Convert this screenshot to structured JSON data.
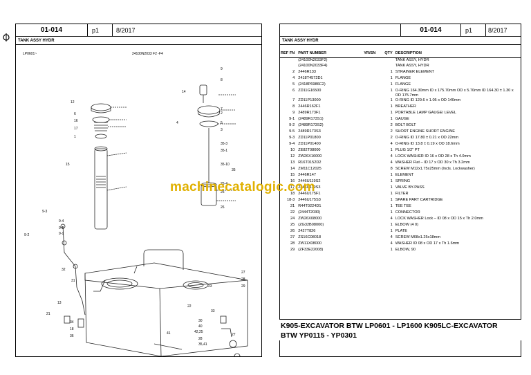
{
  "left_page": {
    "code": "01-014",
    "page": "p1",
    "date": "8/2017",
    "title": "TANK ASSY HYDR",
    "drawing_ref_left": "LP0601~",
    "drawing_ref_right": "24100N2033 F2 -F4"
  },
  "right_page": {
    "code": "01-014",
    "page": "p1",
    "date": "8/2017",
    "title": "TANK ASSY HYDR"
  },
  "callouts": [
    "9",
    "8",
    "14",
    "7",
    "16",
    "17",
    "15",
    "6",
    "12",
    "1",
    "2",
    "3",
    "5",
    "4",
    "35-3",
    "35-1",
    "35-10",
    "35",
    "25-4",
    "25",
    "26",
    "9-3",
    "9-4",
    "9-5",
    "9-1",
    "9-2",
    "27",
    "28",
    "29",
    "23",
    "32",
    "31",
    "21",
    "22",
    "33",
    "34",
    "18",
    "36",
    "30",
    "40",
    "42,25",
    "28",
    "41",
    "35,41",
    "27",
    "13"
  ],
  "watermark": "machinecatalogic.com",
  "table": {
    "headers": {
      "ref": "REF FN",
      "part": "PART NUMBER",
      "sn": "YR/SN",
      "qty": "QTY",
      "desc": "DESCRIPTION"
    },
    "rows": [
      {
        "ref": "",
        "part": "(24100N2033F2)",
        "qty": "",
        "desc": "TANK ASSY, HYDR"
      },
      {
        "ref": "",
        "part": "(24100N2033F4)",
        "qty": "",
        "desc": "TANK ASSY, HYDR"
      },
      {
        "ref": "2",
        "part": "2446R133",
        "qty": "1",
        "desc": "STRAINER ELEMENT"
      },
      {
        "ref": "4",
        "part": "2418T4572D1",
        "qty": "1",
        "desc": "FLANGE"
      },
      {
        "ref": "5",
        "part": "(2418P6986C2)",
        "qty": "1",
        "desc": "FLANGE"
      },
      {
        "ref": "6",
        "part": "ZD11G16500",
        "qty": "1",
        "desc": "O-RING 164.30mm ID x 175.70mm OD x 5.70mm ID 164.30 ± 1.30 x OD 175.7mm"
      },
      {
        "ref": "7",
        "part": "ZD11P13000",
        "qty": "1",
        "desc": "O-RING ID 129.6 ± 1.05 x OD 140mm"
      },
      {
        "ref": "8",
        "part": "2446R162F1",
        "qty": "1",
        "desc": "BREATHER"
      },
      {
        "ref": "9",
        "part": "2489R173F1",
        "qty": "1",
        "desc": "PORTABLE LAMP GAUGE/ LEVEL"
      },
      {
        "ref": "9-1",
        "part": "(2489R173S1)",
        "qty": "1",
        "desc": "GAUGE"
      },
      {
        "ref": "9-2",
        "part": "(2489R173S2)",
        "qty": "2",
        "desc": "BOLT BOLT"
      },
      {
        "ref": "9-5",
        "part": "2489R173S3",
        "qty": "2",
        "desc": "SHORT ENGINE SHORT ENGINE"
      },
      {
        "ref": "9-3",
        "part": "ZD11P01800",
        "qty": "2",
        "desc": "O-RING ID 17.80 ± 0.21 x OD 22mm"
      },
      {
        "ref": "9-4",
        "part": "ZD11P01400",
        "qty": "4",
        "desc": "O-RING ID 13.8 ± 0.19 x OD 18.6mm"
      },
      {
        "ref": "10",
        "part": "ZE82T08000",
        "qty": "1",
        "desc": "PLUG 1/2\" PT"
      },
      {
        "ref": "12",
        "part": "ZW26X16000",
        "qty": "4",
        "desc": "LOCK WASHER ID 16 x OD 28 x Th 4.0mm"
      },
      {
        "ref": "13",
        "part": "R16T0152D2",
        "qty": "4",
        "desc": "WASHER Flat – ID 17 x OD 30 x Th 3.2mm"
      },
      {
        "ref": "14",
        "part": "ZM11C12025",
        "qty": "8",
        "desc": "SCREW M12x1.75x25mm (Incls. Lockwasher)"
      },
      {
        "ref": "15",
        "part": "2446R147",
        "qty": "1",
        "desc": "ELEMENT"
      },
      {
        "ref": "16",
        "part": "2446U119S2",
        "qty": "1",
        "desc": "SPRING"
      },
      {
        "ref": "17",
        "part": "2446U119S3",
        "qty": "1",
        "desc": "VALVE BY-PASS"
      },
      {
        "ref": "18",
        "part": "2446U175F1",
        "qty": "1",
        "desc": "FILTER"
      },
      {
        "ref": "18-3",
        "part": "2446U175S3",
        "qty": "1",
        "desc": "SPARE PART CARTRIDGE"
      },
      {
        "ref": "21",
        "part": "R44T0224D1",
        "qty": "1",
        "desc": "TEE TEE"
      },
      {
        "ref": "22",
        "part": "(2444T2030)",
        "qty": "1",
        "desc": "CONNECTOR"
      },
      {
        "ref": "24",
        "part": "ZW26X08000",
        "qty": "4",
        "desc": "LOCK WASHER Lock – ID 08 x OD 15 x Th 2.0mm"
      },
      {
        "ref": "25",
        "part": "(ZG32B08000)",
        "qty": "1",
        "desc": "ELBOW (4 0)"
      },
      {
        "ref": "26",
        "part": "2427T826",
        "qty": "1",
        "desc": "PLATE"
      },
      {
        "ref": "27",
        "part": "ZS16C08018",
        "qty": "4",
        "desc": "SCREW M08x1.25x18mm"
      },
      {
        "ref": "28",
        "part": "ZW11X08000",
        "qty": "4",
        "desc": "WASHER ID 08 x OD 17 x Th 1.6mm"
      },
      {
        "ref": "29",
        "part": "(ZF33E22008)",
        "qty": "1",
        "desc": "ELBOW, 90"
      }
    ]
  },
  "footer": {
    "line1": "K905-EXCAVATOR BTW LP0601 - LP1600  K905LC-EXCAVATOR",
    "line2": "BTW YP0115 - YP0301"
  }
}
